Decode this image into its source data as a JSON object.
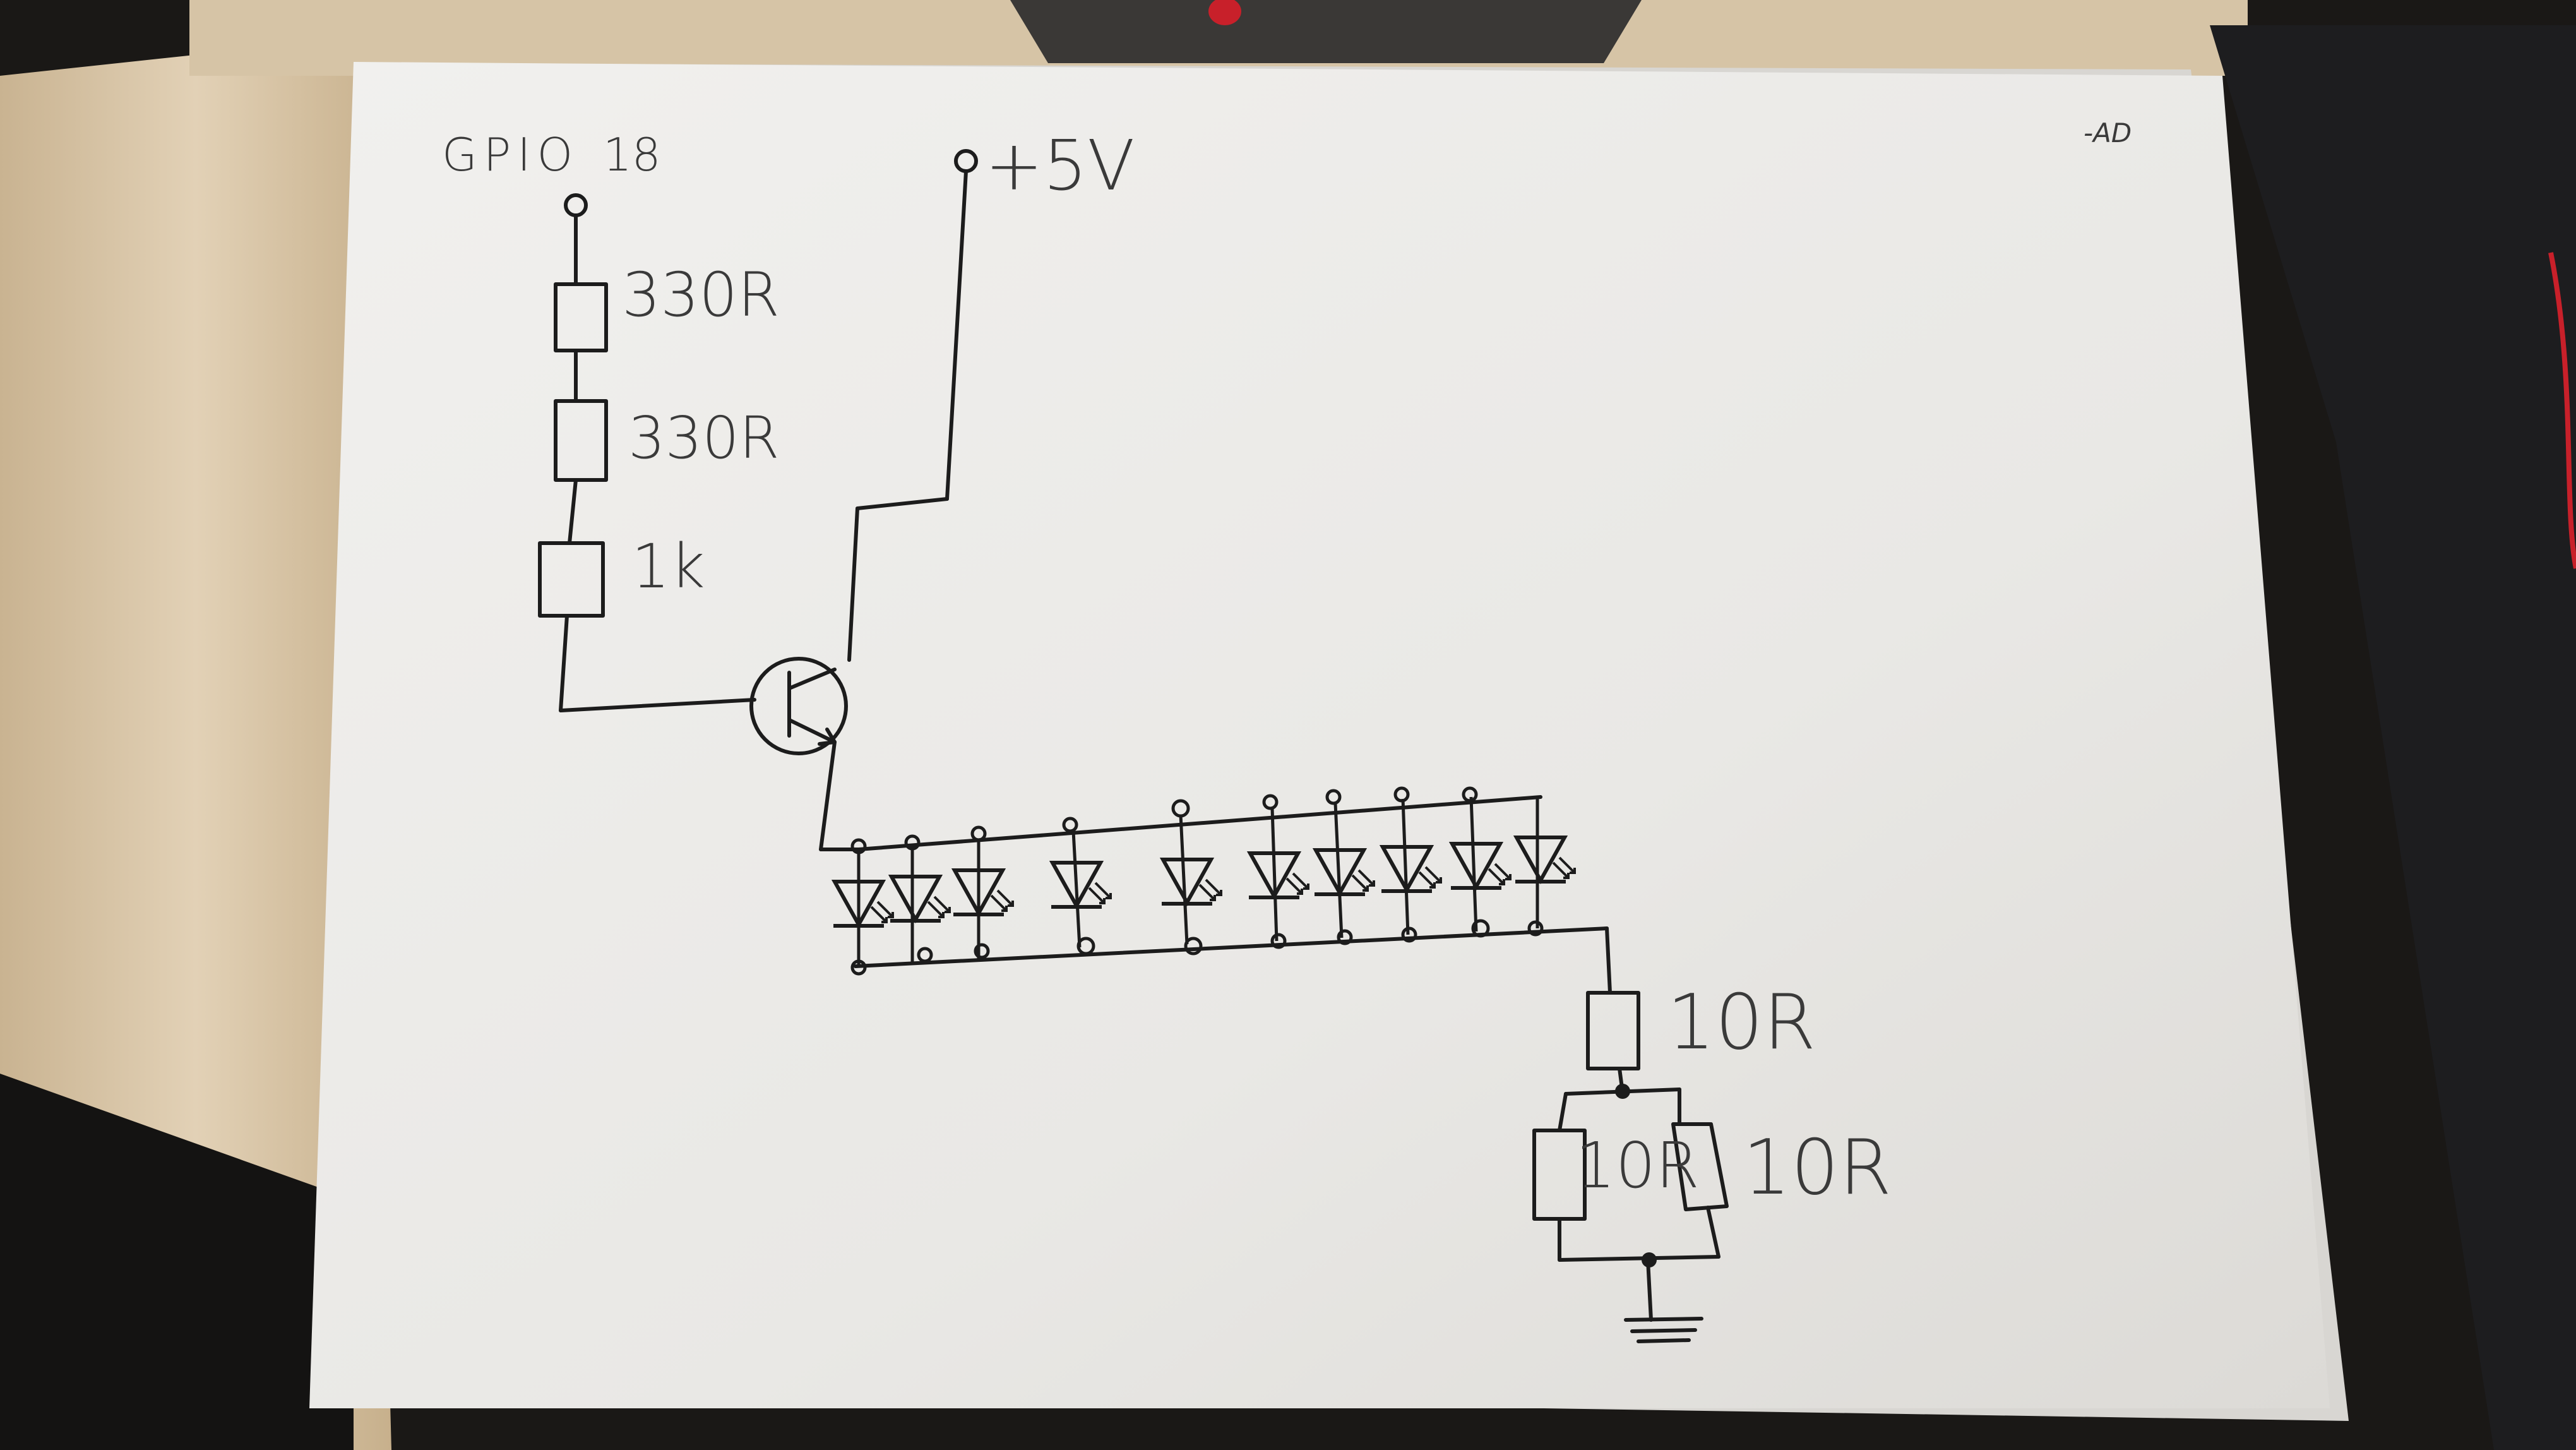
{
  "labels": {
    "gpio": "GPIO",
    "gpio_pin": "18",
    "supply": "+5V",
    "r1": "330R",
    "r2": "330R",
    "r3": "1k",
    "r_led": "10R",
    "r_par_left": "10R",
    "r_par_right": "10R",
    "corner_mark": "-AD"
  },
  "led_count": 10,
  "colors": {
    "paper": "#ecebe8",
    "ink": "#1c1c1c",
    "desk": "#d9c7ac",
    "mousepad": "#1d1d1f",
    "red_cable": "#c8202a"
  }
}
